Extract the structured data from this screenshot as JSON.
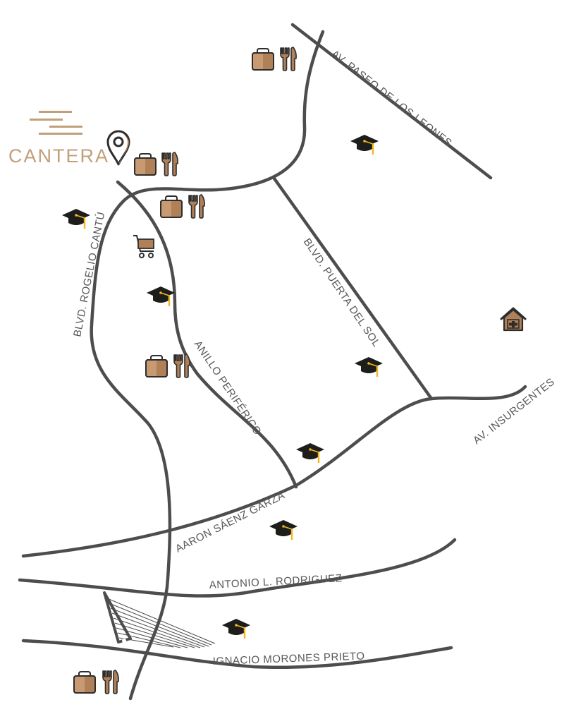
{
  "brand": {
    "name": "CANTERA",
    "color": "#c0a07a",
    "pin_icon": "location-pin-icon"
  },
  "colors": {
    "road": "#4d4d4f",
    "label": "#58585a",
    "shop": "#b08058",
    "accent": "#f0b81c"
  },
  "roads": {
    "paseo_leones": "AV. PASEO DE LOS LEONES",
    "rogelio_cantu": "BLVD. ROGELIO CANTÚ",
    "puerta_del_sol": "BLVD. PUERTA DEL SOL",
    "anillo_periferico": "ANILLO PERIFÉRICO",
    "insurgentes": "AV. INSURGENTES",
    "aaron_saenz": "AARON SÁENZ GARZA",
    "antonio_rodriguez": "ANTONIO L. RODRIGUEZ",
    "ignacio_morones": "IGNACIO MORONES PRIETO"
  },
  "legend_icons": [
    "shopping-bag-icon",
    "fork-knife-icon",
    "graduation-cap-icon",
    "shopping-cart-icon",
    "hospital-icon"
  ]
}
